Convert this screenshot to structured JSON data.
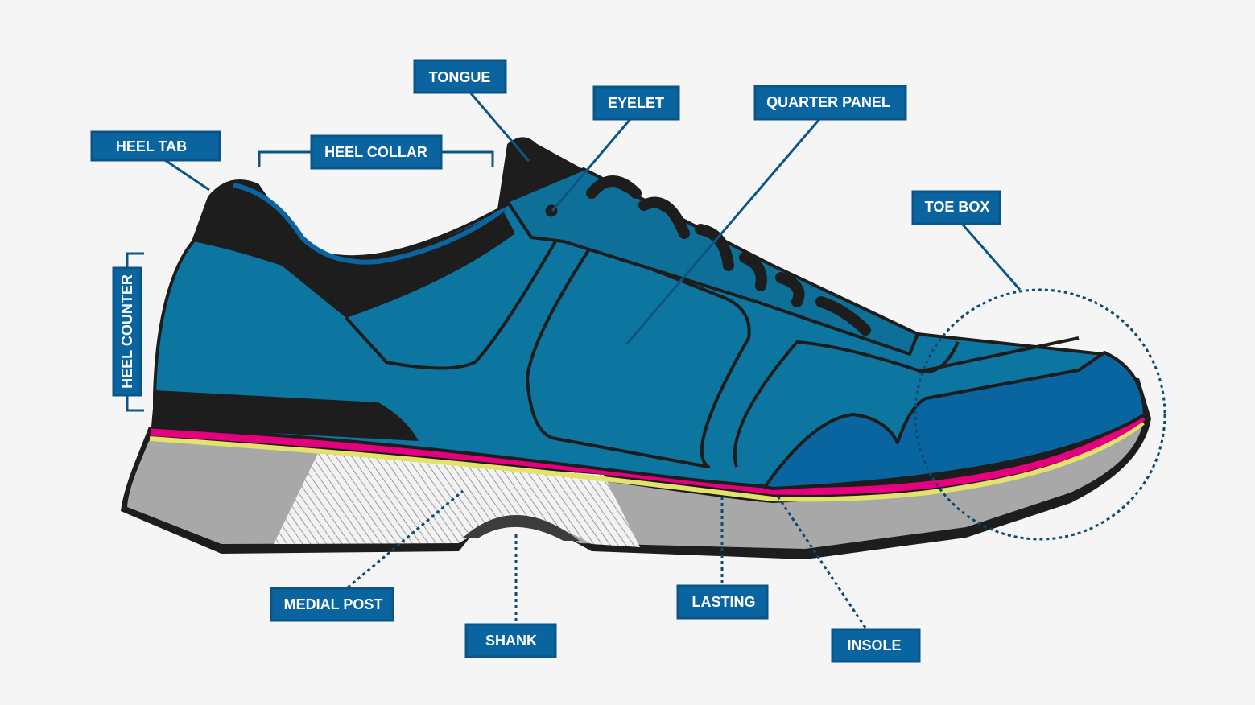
{
  "title": "Parts of a running shoe",
  "labels": {
    "tongue": "TONGUE",
    "eyelet": "EYELET",
    "quarter_panel": "QUARTER PANEL",
    "heel_tab": "HEEL TAB",
    "heel_collar": "HEEL COLLAR",
    "toe_box": "TOE BOX",
    "heel_counter": "HEEL COUNTER",
    "medial_post": "MEDIAL POST",
    "shank": "SHANK",
    "lasting": "LASTING",
    "insole": "INSOLE"
  },
  "colors": {
    "label_fill": "#0a64a0",
    "upper_blue": "#0d76a0",
    "toe_blue": "#0865a0",
    "black": "#1d1d1d",
    "midsole_gray": "#a9a8a8",
    "insole_pink": "#e5007e",
    "lasting_yellow": "#e3e36b"
  }
}
